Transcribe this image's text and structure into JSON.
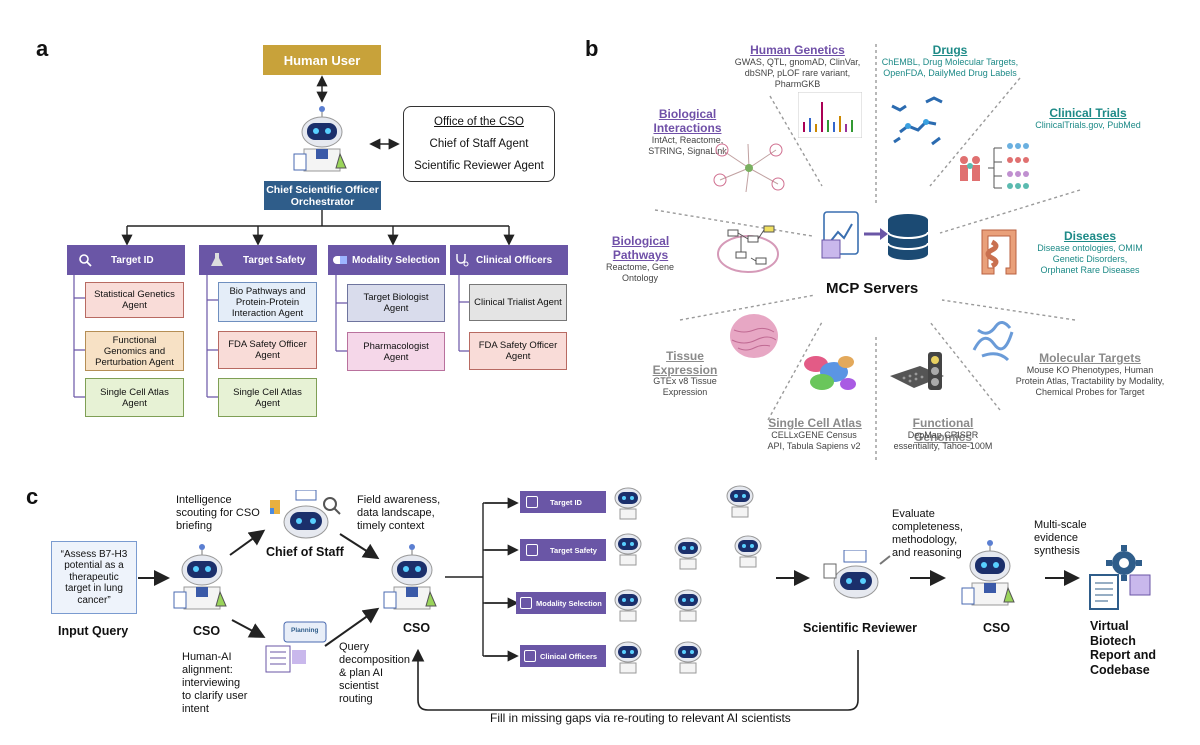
{
  "panels": {
    "a": "a",
    "b": "b",
    "c": "c"
  },
  "panel_a": {
    "human_user": "Human User",
    "orchestrator": [
      "Chief Scientific Officer",
      "Orchestrator"
    ],
    "office": {
      "title": "Office of the CSO",
      "items": [
        "Chief of Staff Agent",
        "Scientific Reviewer Agent"
      ]
    },
    "departments": [
      {
        "name": "Target ID",
        "icon": "magnifier-icon",
        "agents": [
          "Statistical Genetics Agent",
          "Functional Genomics and Perturbation Agent",
          "Single Cell Atlas Agent"
        ]
      },
      {
        "name": "Target Safety",
        "icon": "flask-icon",
        "agents": [
          "Bio Pathways and Protein-Protein Interaction Agent",
          "FDA Safety Officer Agent",
          "Single Cell Atlas Agent"
        ]
      },
      {
        "name": "Modality Selection",
        "icon": "pill-icon",
        "agents": [
          "Target Biologist Agent",
          "Pharmacologist Agent"
        ]
      },
      {
        "name": "Clinical Officers",
        "icon": "stethoscope-icon",
        "agents": [
          "Clinical Trialist Agent",
          "FDA Safety Officer Agent"
        ]
      }
    ],
    "colors": {
      "gold": "#c8a23a",
      "navy": "#2f5d8a",
      "purple": "#6a56a6"
    }
  },
  "panel_b": {
    "center": "MCP Servers",
    "servers": [
      {
        "title": "Human Genetics",
        "sub": [
          "GWAS, QTL, gnomAD, ClinVar,",
          "dbSNP, pLOF rare variant,",
          "PharmGKB"
        ]
      },
      {
        "title": "Drugs",
        "sub": [
          "ChEMBL, Drug Molecular Targets,",
          "OpenFDA, DailyMed Drug Labels"
        ]
      },
      {
        "title": "Clinical Trials",
        "sub": [
          "ClinicalTrials.gov, PubMed"
        ]
      },
      {
        "title": "Diseases",
        "sub": [
          "Disease ontologies, OMIM",
          "Genetic Disorders,",
          "Orphanet Rare Diseases"
        ]
      },
      {
        "title": "Molecular Targets",
        "sub": [
          "Mouse KO Phenotypes, Human",
          "Protein Atlas, Tractability by Modality,",
          "Chemical Probes for Target"
        ]
      },
      {
        "title": "Functional Genomics",
        "sub": [
          "DepMap CRISPR",
          "essentiality, Tahoe-100M"
        ]
      },
      {
        "title": "Single Cell Atlas",
        "sub": [
          "CELLxGENE Census",
          "API, Tabula Sapiens v2"
        ]
      },
      {
        "title": [
          "Tissue",
          "Expression"
        ],
        "sub": [
          "GTEx v8 Tissue",
          "Expression"
        ]
      },
      {
        "title": [
          "Biological",
          "Pathways"
        ],
        "sub": [
          "Reactome, Gene",
          "Ontology"
        ]
      },
      {
        "title": [
          "Biological",
          "Interactions"
        ],
        "sub": [
          "IntAct, Reactome,",
          "STRING, SignaLink"
        ]
      }
    ]
  },
  "panel_c": {
    "query": [
      "“Assess B7-H3",
      "potential as a",
      "therapeutic",
      "target in lung",
      "cancer”"
    ],
    "input_query": "Input Query",
    "cso": "CSO",
    "chief_of_staff": "Chief of Staff",
    "intel": [
      "Intelligence",
      "scouting for CSO",
      "briefing"
    ],
    "alignment": [
      "Human-AI",
      "alignment:",
      "interviewing",
      "to clarify user",
      "intent"
    ],
    "planning": "Planning",
    "field": [
      "Field awareness,",
      "data landscape,",
      "timely context"
    ],
    "decomp": [
      "Query",
      "decomposition",
      "& plan AI",
      "scientist",
      "routing"
    ],
    "routes": [
      "Target ID",
      "Target Safety",
      "Modality Selection",
      "Clinical Officers"
    ],
    "evaluate": [
      "Evaluate",
      "completeness,",
      "methodology,",
      "and reasoning"
    ],
    "reviewer": "Scientific Reviewer",
    "synthesis": [
      "Multi-scale",
      "evidence",
      "synthesis"
    ],
    "report": [
      "Virtual",
      "Biotech",
      "Report and",
      "Codebase"
    ],
    "fill_gaps": "Fill in missing gaps via re-routing to relevant AI scientists"
  }
}
